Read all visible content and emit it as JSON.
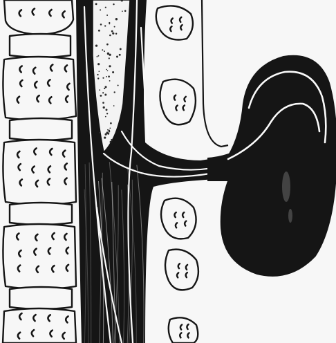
{
  "figure": {
    "style": "black-and-white medical line drawing",
    "colors": {
      "ink": "#151515",
      "paper": "#f7f7f7",
      "white_line": "#fafafa",
      "stipple": "#2a2a2a"
    },
    "parts": [
      "vertebral-column",
      "spinal-cord",
      "dura-sac",
      "cyst-stalk",
      "lateral-cyst",
      "bone-fragments"
    ]
  }
}
